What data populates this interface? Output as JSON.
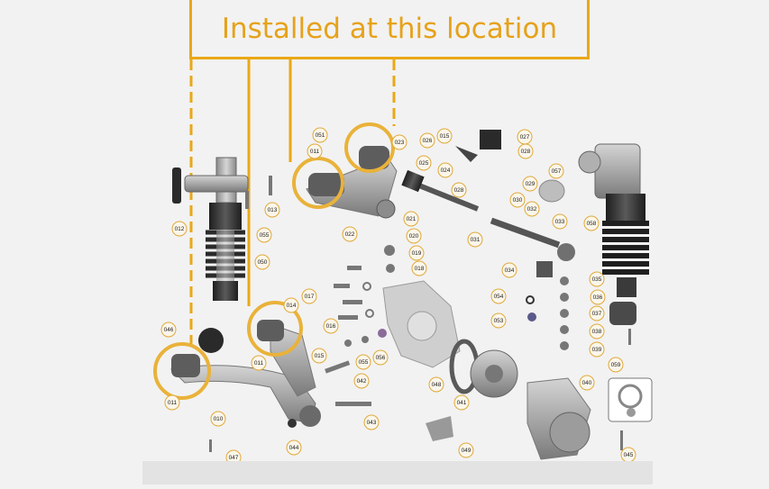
{
  "banner": {
    "text": "Installed at this location"
  },
  "colors": {
    "accent": "#eaa817",
    "callout_ring": "#e9b23a",
    "part_gray": "#9a9a9a",
    "background": "#f2f2f2"
  },
  "part_labels": [
    {
      "id": "p012",
      "text": "012"
    },
    {
      "id": "p013",
      "text": "013"
    },
    {
      "id": "p055a",
      "text": "055"
    },
    {
      "id": "p050",
      "text": "050"
    },
    {
      "id": "p046",
      "text": "046"
    },
    {
      "id": "p011a",
      "text": "011"
    },
    {
      "id": "p010",
      "text": "010"
    },
    {
      "id": "p047",
      "text": "047"
    },
    {
      "id": "p011b",
      "text": "011"
    },
    {
      "id": "p014",
      "text": "014"
    },
    {
      "id": "p017",
      "text": "017"
    },
    {
      "id": "p016",
      "text": "016"
    },
    {
      "id": "p015",
      "text": "015"
    },
    {
      "id": "p055b",
      "text": "055"
    },
    {
      "id": "p056",
      "text": "056"
    },
    {
      "id": "p042",
      "text": "042"
    },
    {
      "id": "p043",
      "text": "043"
    },
    {
      "id": "p044",
      "text": "044"
    },
    {
      "id": "p051",
      "text": "051"
    },
    {
      "id": "p011c",
      "text": "011"
    },
    {
      "id": "p022",
      "text": "022"
    },
    {
      "id": "p023",
      "text": "023"
    },
    {
      "id": "p021",
      "text": "021"
    },
    {
      "id": "p020",
      "text": "020"
    },
    {
      "id": "p019",
      "text": "019"
    },
    {
      "id": "p018",
      "text": "018"
    },
    {
      "id": "p026",
      "text": "026"
    },
    {
      "id": "p015b",
      "text": "015"
    },
    {
      "id": "p025",
      "text": "025"
    },
    {
      "id": "p024",
      "text": "024"
    },
    {
      "id": "p027",
      "text": "027"
    },
    {
      "id": "p028a",
      "text": "028"
    },
    {
      "id": "p028b",
      "text": "028"
    },
    {
      "id": "p029",
      "text": "029"
    },
    {
      "id": "p030",
      "text": "030"
    },
    {
      "id": "p031",
      "text": "031"
    },
    {
      "id": "p032",
      "text": "032"
    },
    {
      "id": "p033",
      "text": "033"
    },
    {
      "id": "p034",
      "text": "034"
    },
    {
      "id": "p057",
      "text": "057"
    },
    {
      "id": "p058",
      "text": "058"
    },
    {
      "id": "p035",
      "text": "035"
    },
    {
      "id": "p036",
      "text": "036"
    },
    {
      "id": "p037",
      "text": "037"
    },
    {
      "id": "p038",
      "text": "038"
    },
    {
      "id": "p039",
      "text": "039"
    },
    {
      "id": "p054",
      "text": "054"
    },
    {
      "id": "p053",
      "text": "053"
    },
    {
      "id": "p048",
      "text": "048"
    },
    {
      "id": "p041",
      "text": "041"
    },
    {
      "id": "p040",
      "text": "040"
    },
    {
      "id": "p059",
      "text": "059"
    },
    {
      "id": "p049",
      "text": "049"
    },
    {
      "id": "p045",
      "text": "045"
    }
  ]
}
